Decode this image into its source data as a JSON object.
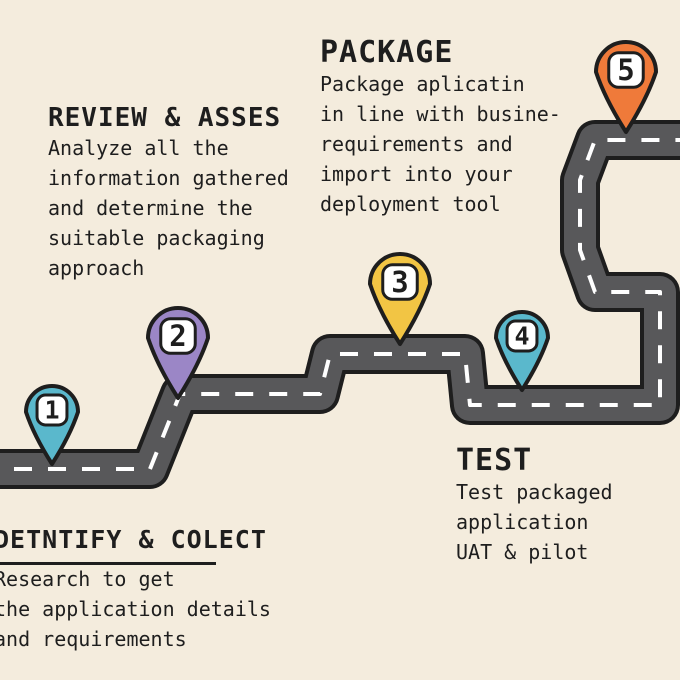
{
  "colors": {
    "background": "#f4ecdd",
    "road": "#58585a",
    "road_edge": "#1e1e1e",
    "lane": "#ffffff",
    "pin_1": "#5ab8cc",
    "pin_2": "#9b86c6",
    "pin_3": "#f2c544",
    "pin_4": "#5ab8cc",
    "pin_5": "#ef7a3a"
  },
  "pins": [
    {
      "number": "1",
      "color": "#5ab8cc"
    },
    {
      "number": "2",
      "color": "#9b86c6"
    },
    {
      "number": "3",
      "color": "#f2c544"
    },
    {
      "number": "4",
      "color": "#5ab8cc"
    },
    {
      "number": "5",
      "color": "#ef7a3a"
    }
  ],
  "steps": {
    "identify": {
      "title": "DETNTIFY & COLECT",
      "lines": [
        "Research to get",
        "the application details",
        "and requirements"
      ]
    },
    "review": {
      "title": "REVIEW & ASSES",
      "lines": [
        "Analyze all the",
        "information gathered",
        "and determine the",
        "suitable packaging",
        "approach"
      ]
    },
    "package": {
      "title": "PACKAGE",
      "lines": [
        "Package aplicatin",
        "in line with busine-",
        "requirements and",
        "import into your",
        "deployment tool"
      ]
    },
    "test": {
      "title": "TEST",
      "lines": [
        "Test packaged",
        "application",
        "UAT & pilot"
      ]
    }
  }
}
